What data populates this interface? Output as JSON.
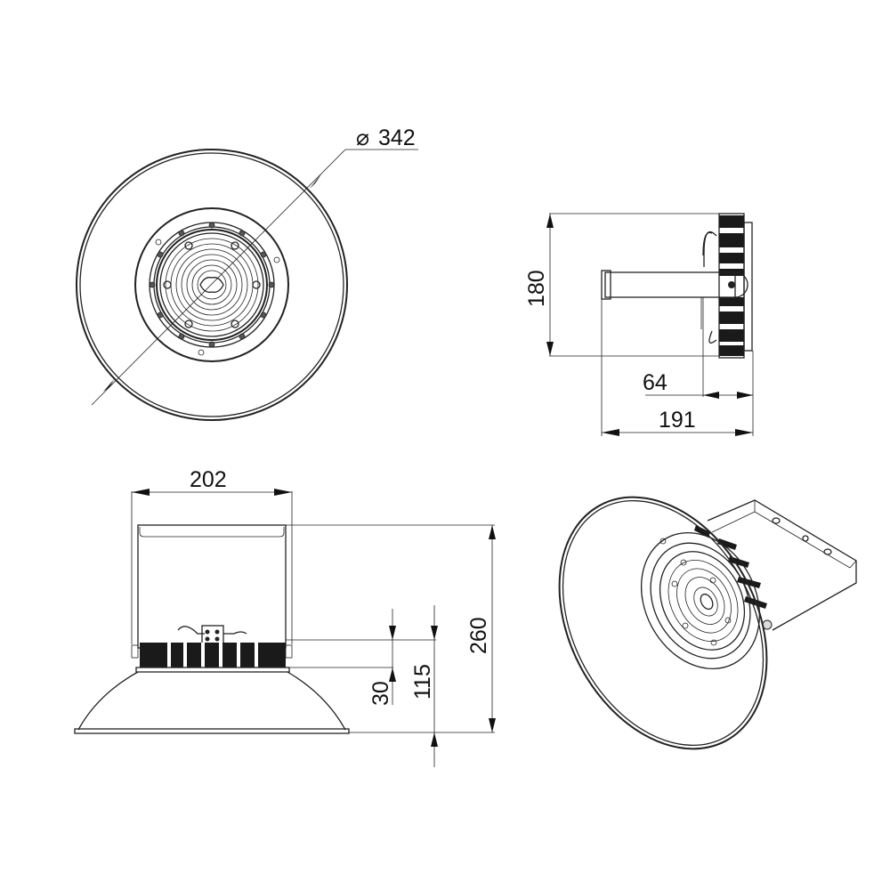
{
  "drawing": {
    "title": "High bay light fixture dimensional drawing",
    "units": "mm",
    "line_color": "#222222",
    "background": "#ffffff"
  },
  "views": {
    "top_view": {
      "name": "Bottom / plan view",
      "diameter_label": "342",
      "diameter_symbol": "⌀"
    },
    "side_view_right": {
      "name": "Side view with bracket",
      "height_label": "180",
      "depth_label": "64",
      "total_depth_label": "191"
    },
    "front_view": {
      "name": "Front elevation",
      "bracket_width_label": "202",
      "total_height_label": "260",
      "body_height_label": "115",
      "heatsink_height_label": "30"
    },
    "iso_view": {
      "name": "Isometric view"
    }
  }
}
